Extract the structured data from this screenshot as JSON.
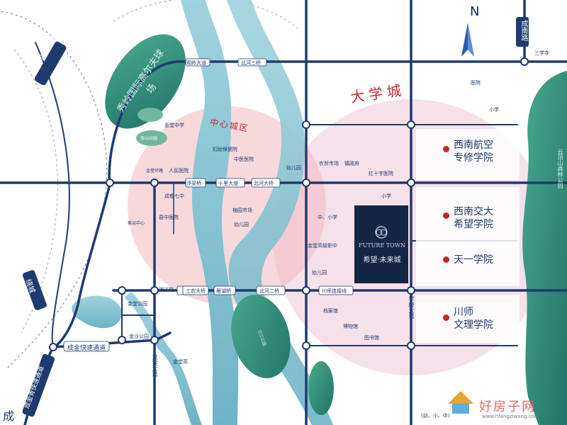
{
  "compass": {
    "label": "N"
  },
  "districts": {
    "central": "中心城区",
    "university": "大学城"
  },
  "project": {
    "name_en": "FUTURE TOWN",
    "name_cn": "希望·未来城"
  },
  "roads": {
    "chengnan": "成南路",
    "guanling": "观岭大道",
    "beihe_bridge3": "北河三桥",
    "fuliang_bridge": "浮梁桥",
    "shili_road": "十里大道",
    "beihe_road": "北河大桥",
    "binjiang": "滨江路",
    "gongnong": "工农大桥",
    "yanhe": "雁湖桥",
    "beihe_bridge2": "北河二桥",
    "chuanshi": "川师连接线",
    "xuefu": "学府大道",
    "chengjin": "成金快速通道",
    "ring_road": "绕城",
    "east_ring": "东二绕城",
    "qingdong": "成金青快速通道",
    "chengdu_side": "成",
    "huaijin": "淮宾大道"
  },
  "pois": {
    "jintang_middle": "金堂中学",
    "maternal": "妇幼保健院",
    "tcm_hospital": "中医医院",
    "jintang_road": "金堂环路",
    "people_hospital": "人民医院",
    "chengdu7": "成都七中",
    "county_hospital": "县中医院",
    "mall": "柚园市场",
    "kindergarten1": "幼儿园",
    "tourism_center": "客运中心",
    "kindergarten2": "幼儿园",
    "nongmao": "农贸市场",
    "town_gov": "镇政府",
    "redcross": "红十字医院",
    "primary1": "小学",
    "middle_primary": "中、小学",
    "jintang_vocational": "金堂高级职中",
    "kindergarten3": "幼儿园",
    "archive": "档案馆",
    "museum": "博物馆",
    "library": "图书馆",
    "jinbin_park": "金堂公园",
    "jinsha_park": "金沙公园",
    "jintang_high": "金堂高",
    "third_school": "三学寺",
    "hospital_ne": "医院",
    "primary_ne": "小学",
    "river_park": "沱江公园",
    "legend_note": "(幼、小、中)"
  },
  "green_areas": {
    "xiuyan": "秀岭国际高尔夫球场",
    "jinshan": "金山公园",
    "yunding": "云顶山森林公园"
  },
  "colleges": [
    {
      "line1": "西南航空",
      "line2": "专修学院"
    },
    {
      "line1": "西南交大",
      "line2": "希望学院"
    },
    {
      "line1": "天一学院",
      "line2": ""
    },
    {
      "line1": "川师",
      "line2": "文理学院"
    }
  ],
  "watermark": {
    "text": "好房子网",
    "url": "www.hfangziwang.com",
    "logo": "小狗吉屋"
  },
  "colors": {
    "road": "#1f3a6e",
    "river": "#8ec7d6",
    "green": "#2f8f7c",
    "central_zone": "#f3b9bd",
    "university_zone": "#ecc8d8",
    "accent_red": "#c0282e"
  }
}
